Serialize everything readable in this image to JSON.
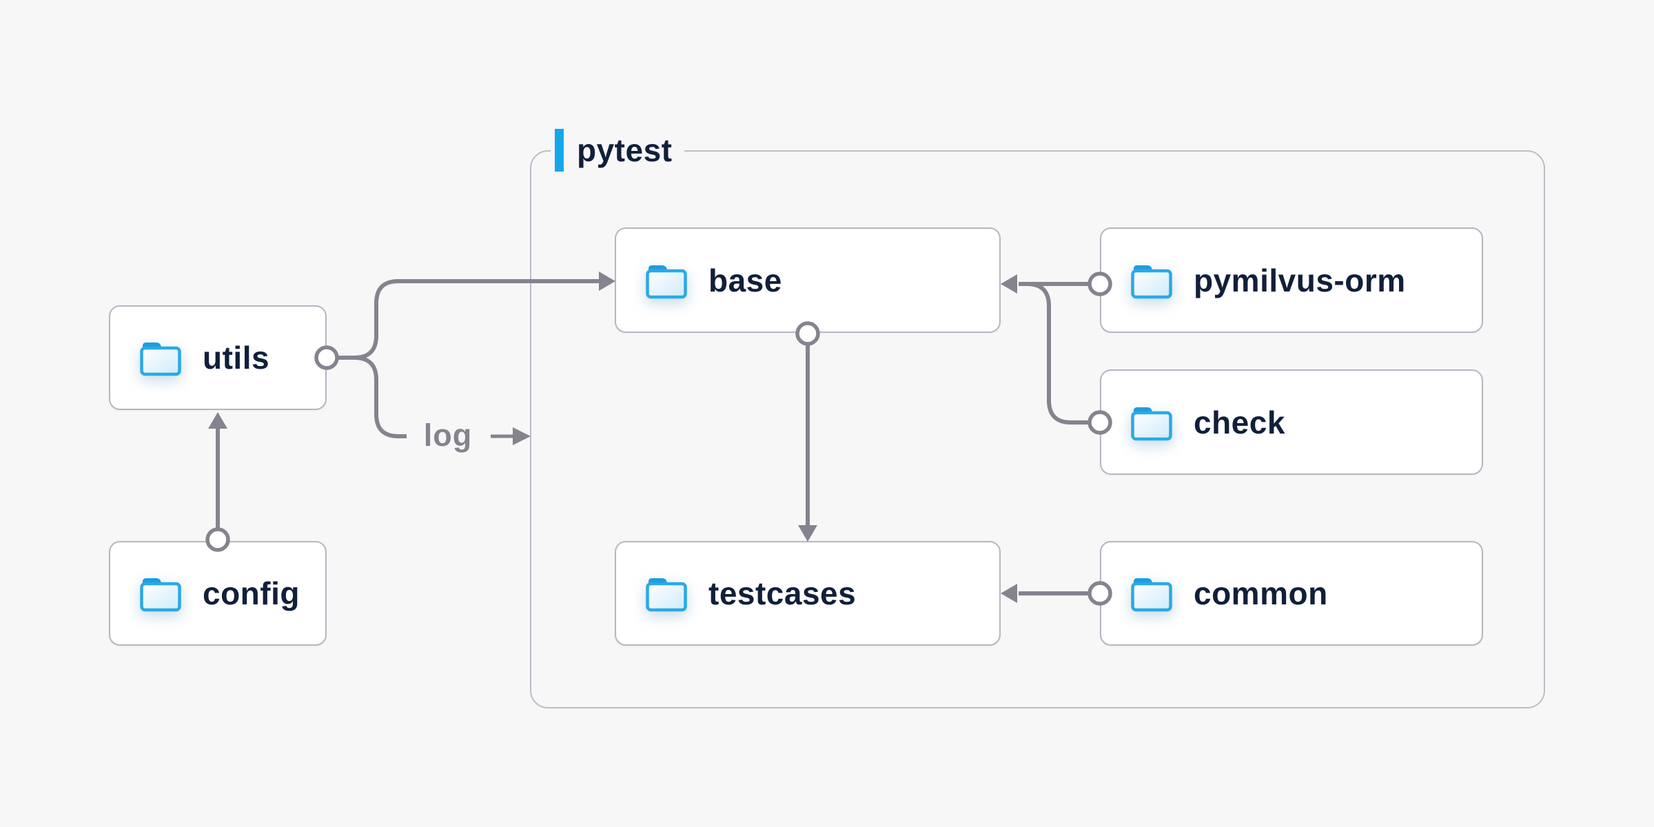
{
  "group": {
    "label": "pytest",
    "accent_color": "#14a7e9"
  },
  "nodes": {
    "utils": {
      "label": "utils",
      "icon": "folder-icon"
    },
    "config": {
      "label": "config",
      "icon": "folder-icon"
    },
    "base": {
      "label": "base",
      "icon": "folder-icon"
    },
    "pymilvus_orm": {
      "label": "pymilvus-orm",
      "icon": "folder-icon"
    },
    "check": {
      "label": "check",
      "icon": "folder-icon"
    },
    "testcases": {
      "label": "testcases",
      "icon": "folder-icon"
    },
    "common": {
      "label": "common",
      "icon": "folder-icon"
    }
  },
  "edge_labels": {
    "log": "log"
  },
  "edges": [
    {
      "from": "config",
      "to": "utils",
      "style": "arrow-up"
    },
    {
      "from": "utils",
      "to": "base",
      "style": "arrow-right"
    },
    {
      "from": "utils",
      "to": "log",
      "style": "arrow-right",
      "label": "log"
    },
    {
      "from": "pymilvus-orm",
      "to": "base",
      "style": "arrow-left"
    },
    {
      "from": "check",
      "to": "base",
      "style": "arrow-left-merge"
    },
    {
      "from": "base",
      "to": "testcases",
      "style": "arrow-down"
    },
    {
      "from": "common",
      "to": "testcases",
      "style": "arrow-left"
    }
  ],
  "colors": {
    "background": "#f7f7f8",
    "wire_gray": "#84848f",
    "box_border": "#b6b6c2",
    "text_navy": "#111f3a",
    "folder_blue": "#2aa9e6",
    "folder_tab_blue": "#1d9ddf",
    "accent_blue": "#14a7e9",
    "edge_label_gray": "#84848e"
  }
}
